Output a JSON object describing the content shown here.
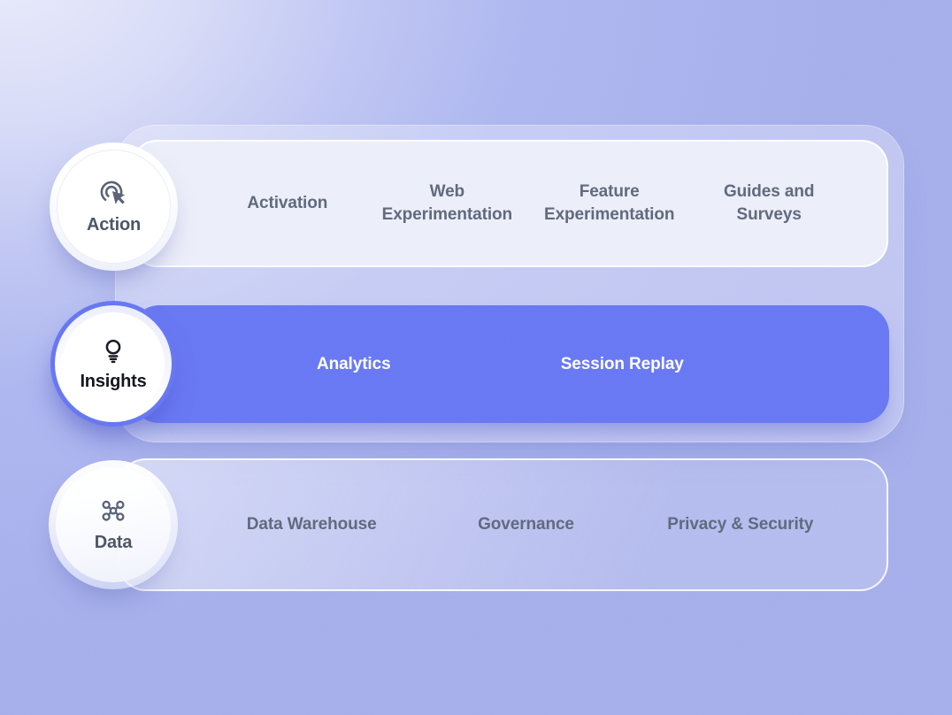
{
  "diagram": {
    "rows": [
      {
        "title": "Action",
        "icon": "cursor-click-icon",
        "highlighted": false,
        "items": [
          "Activation",
          "Web Experimentation",
          "Feature Experimentation",
          "Guides and Surveys"
        ]
      },
      {
        "title": "Insights",
        "icon": "lightbulb-icon",
        "highlighted": true,
        "items": [
          "Analytics",
          "Session Replay"
        ]
      },
      {
        "title": "Data",
        "icon": "network-nodes-icon",
        "highlighted": false,
        "items": [
          "Data Warehouse",
          "Governance",
          "Privacy & Security"
        ]
      }
    ]
  },
  "colors": {
    "accent_purple": "#6878F3",
    "row_fill_light": "#ECEEF9",
    "label_gray": "#60697C",
    "node_title_gray": "#4E5666",
    "node_title_dark": "#14171F",
    "background_light": "#E9EAFB",
    "background_periwinkle": "#A8B1EE",
    "white": "#FFFFFF"
  }
}
